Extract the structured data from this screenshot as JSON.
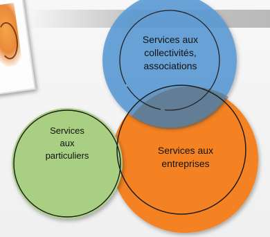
{
  "circles": {
    "collectivites": {
      "label_lines": [
        "Services aux",
        "collectivités,",
        "associations"
      ],
      "color": "#5b9bd5"
    },
    "particuliers": {
      "label_lines": [
        "Services",
        "aux",
        "particuliers"
      ],
      "color": "#a9cf82"
    },
    "entreprises": {
      "label_lines": [
        "Services aux",
        "entreprises"
      ],
      "color": "#f58220"
    }
  }
}
